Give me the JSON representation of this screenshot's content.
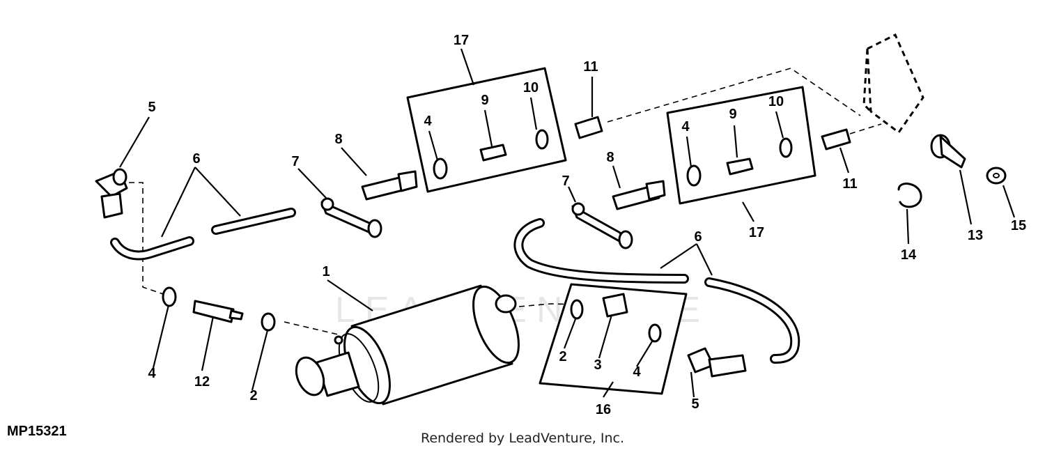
{
  "diagram": {
    "reference_code": "MP15321",
    "credit": "Rendered by LeadVenture, Inc.",
    "watermark": "LEADVENTURE",
    "callouts": {
      "c1": "1",
      "c2a": "2",
      "c2b": "2",
      "c3": "3",
      "c4a": "4",
      "c4b": "4",
      "c4c": "4",
      "c4d": "4",
      "c5a": "5",
      "c5b": "5",
      "c6a": "6",
      "c6b": "6",
      "c7a": "7",
      "c7b": "7",
      "c8a": "8",
      "c8b": "8",
      "c9a": "9",
      "c9b": "9",
      "c10a": "10",
      "c10b": "10",
      "c11a": "11",
      "c11b": "11",
      "c12": "12",
      "c13": "13",
      "c14": "14",
      "c15": "15",
      "c16": "16",
      "c17a": "17",
      "c17b": "17"
    }
  }
}
